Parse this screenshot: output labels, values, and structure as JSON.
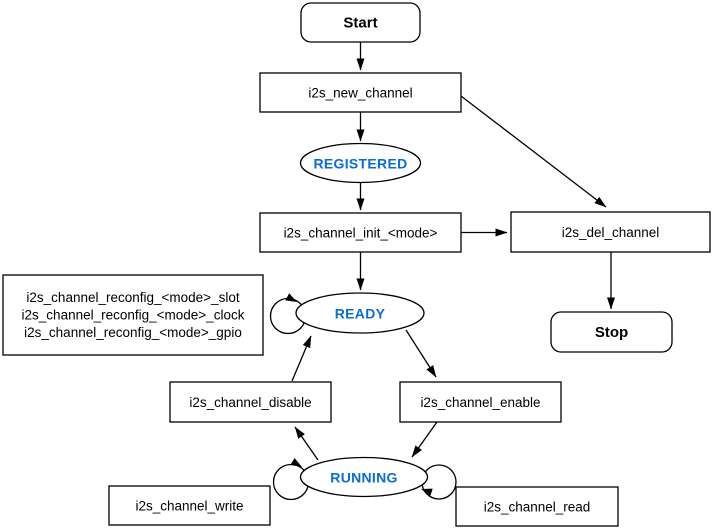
{
  "diagram": {
    "type": "state-flowchart",
    "subject": "i2s-channel-driver-state-machine",
    "colors": {
      "background": "#ffffff",
      "line": "#000000",
      "node_fill": "#ffffff",
      "node_text": "#000000",
      "state_text": "#0C6CD6"
    },
    "nodes": {
      "start": {
        "label": "Start",
        "shape": "rounded-rect",
        "kind": "terminal"
      },
      "i2s_new_channel": {
        "label": "i2s_new_channel",
        "shape": "rect",
        "kind": "function"
      },
      "registered": {
        "label": "REGISTERED",
        "shape": "ellipse",
        "kind": "state"
      },
      "i2s_channel_init": {
        "label": "i2s_channel_init_<mode>",
        "shape": "rect",
        "kind": "function"
      },
      "i2s_del_channel": {
        "label": "i2s_del_channel",
        "shape": "rect",
        "kind": "function"
      },
      "stop": {
        "label": "Stop",
        "shape": "rounded-rect",
        "kind": "terminal"
      },
      "reconfig": {
        "lines": [
          "i2s_channel_reconfig_<mode>_slot",
          "i2s_channel_reconfig_<mode>_clock",
          "i2s_channel_reconfig_<mode>_gpio"
        ],
        "shape": "rect",
        "kind": "function-group"
      },
      "ready": {
        "label": "READY",
        "shape": "ellipse",
        "kind": "state"
      },
      "i2s_channel_disable": {
        "label": "i2s_channel_disable",
        "shape": "rect",
        "kind": "function"
      },
      "i2s_channel_enable": {
        "label": "i2s_channel_enable",
        "shape": "rect",
        "kind": "function"
      },
      "running": {
        "label": "RUNNING",
        "shape": "ellipse",
        "kind": "state"
      },
      "i2s_channel_write": {
        "label": "i2s_channel_write",
        "shape": "rect",
        "kind": "function"
      },
      "i2s_channel_read": {
        "label": "i2s_channel_read",
        "shape": "rect",
        "kind": "function"
      }
    },
    "edges": [
      {
        "from": "start",
        "to": "i2s_new_channel"
      },
      {
        "from": "i2s_new_channel",
        "to": "registered"
      },
      {
        "from": "registered",
        "to": "i2s_channel_init"
      },
      {
        "from": "i2s_channel_init",
        "to": "ready"
      },
      {
        "from": "i2s_channel_init",
        "to": "i2s_del_channel"
      },
      {
        "from": "i2s_new_channel",
        "to": "i2s_del_channel"
      },
      {
        "from": "i2s_del_channel",
        "to": "stop"
      },
      {
        "from": "i2s_channel_disable",
        "to": "ready"
      },
      {
        "from": "ready",
        "to": "i2s_channel_enable"
      },
      {
        "from": "i2s_channel_enable",
        "to": "running"
      },
      {
        "from": "running",
        "to": "i2s_channel_disable"
      },
      {
        "from": "ready",
        "to": "ready",
        "type": "self-loop",
        "label_node": "reconfig"
      },
      {
        "from": "running",
        "to": "running",
        "type": "self-loop-left",
        "label_node": "i2s_channel_write"
      },
      {
        "from": "running",
        "to": "running",
        "type": "self-loop-right",
        "label_node": "i2s_channel_read"
      }
    ]
  }
}
